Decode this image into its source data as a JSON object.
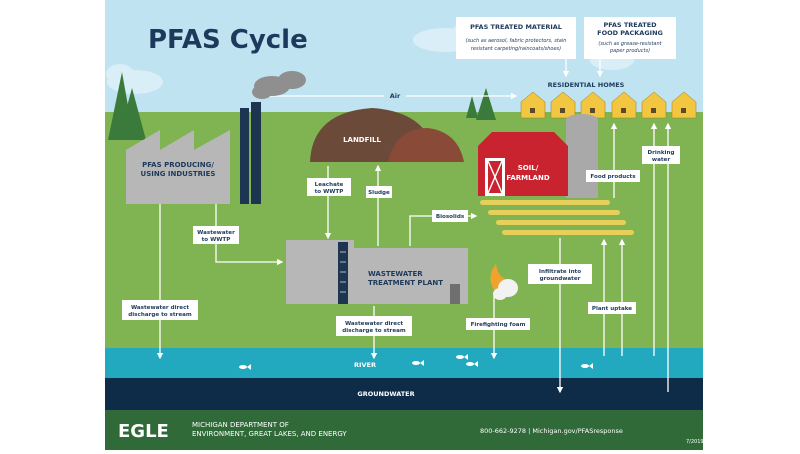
{
  "title": "PFAS Cycle",
  "callouts": {
    "material_title": "PFAS TREATED MATERIAL",
    "material_sub1": "(such as aerosol, fabric protectors, stain",
    "material_sub2": "resistant carpeting/raincoats/shoes)",
    "food_title1": "PFAS TREATED",
    "food_title2": "FOOD PACKAGING",
    "food_sub1": "(such as grease-resistant",
    "food_sub2": "paper products)"
  },
  "places": {
    "residential": "RESIDENTIAL HOMES",
    "landfill": "LANDFILL",
    "industry1": "PFAS PRODUCING/",
    "industry2": "USING INDUSTRIES",
    "farm1": "SOIL/",
    "farm2": "FARMLAND",
    "wwtp1": "WASTEWATER",
    "wwtp2": "TREATMENT PLANT",
    "river": "RIVER",
    "groundwater": "GROUNDWATER"
  },
  "flows": {
    "air": "Air",
    "leachate1": "Leachate",
    "leachate2": "to WWTP",
    "sludge": "Sludge",
    "biosolids": "Biosolids",
    "ww_wwtp1": "Wastewater",
    "ww_wwtp2": "to WWTP",
    "direct1_1": "Wastewater direct",
    "direct1_2": "discharge to stream",
    "direct2_1": "Wastewater direct",
    "direct2_2": "discharge to stream",
    "infiltrate1": "Infiltrate into",
    "infiltrate2": "groundwater",
    "firefighting": "Firefighting foam",
    "food_products": "Food products",
    "drinking1": "Drinking",
    "drinking2": "water",
    "plant_uptake": "Plant uptake"
  },
  "footer": {
    "logo": "EGLE",
    "dept1": "MICHIGAN DEPARTMENT OF",
    "dept2": "ENVIRONMENT, GREAT LAKES, AND ENERGY",
    "phone_url": "800-662-9278  |  Michigan.gov/PFASresponse",
    "date": "7/2019"
  },
  "colors": {
    "sky": "#bfe3f1",
    "grass": "#80b452",
    "river": "#22a9bf",
    "groundwater": "#0e2c47",
    "footer": "#2f6a38",
    "title": "#1d3a5c",
    "barn": "#c8232e",
    "house": "#f2c641",
    "landfill": "#6b4a3a",
    "building": "#b7b7b7",
    "stack": "#1e3551"
  }
}
